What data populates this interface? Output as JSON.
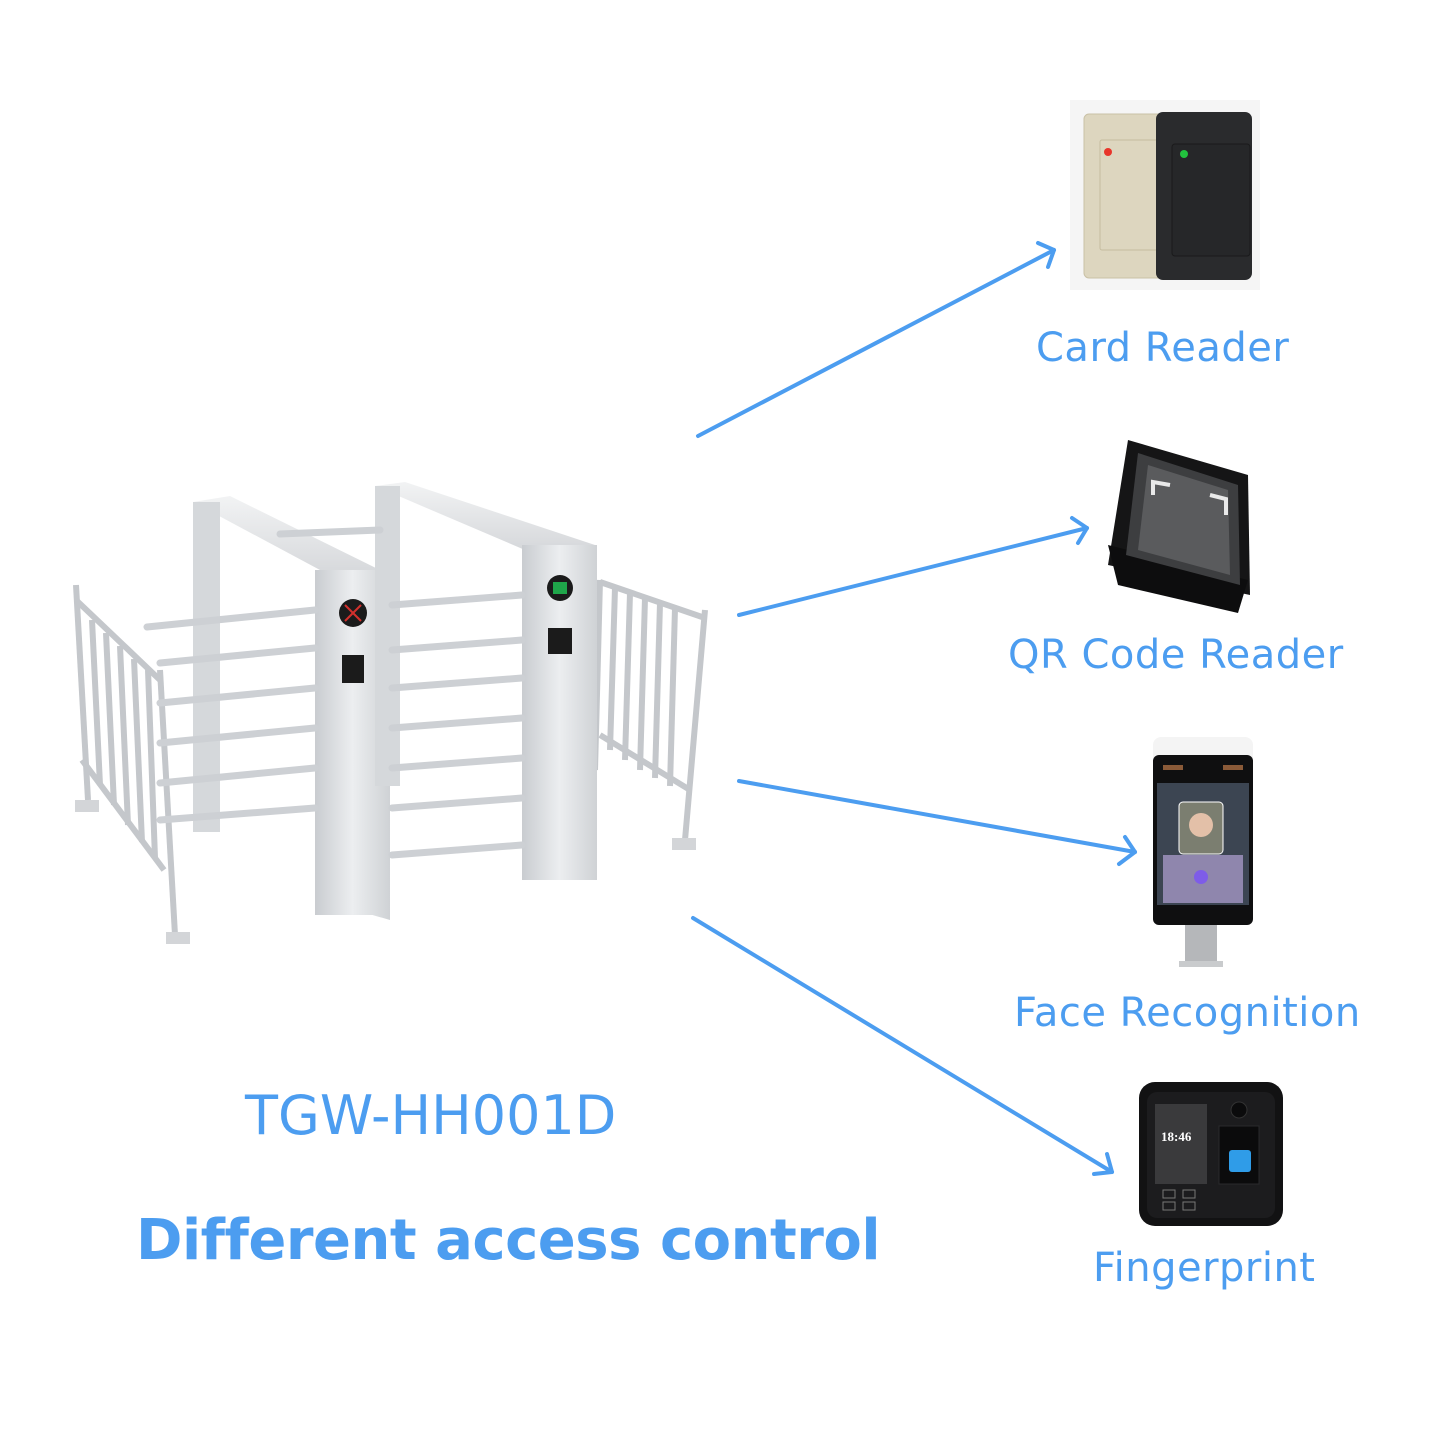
{
  "product": {
    "model": "TGW-HH001D",
    "headline": "Different access control",
    "image_alt": "Full-height double-lane turnstile with side fences",
    "indicator_left": "red-x-icon",
    "indicator_right": "green-arrow-icon"
  },
  "access_methods": [
    {
      "label": "Card Reader",
      "icon": "card-reader-icon"
    },
    {
      "label": "QR Code Reader",
      "icon": "qr-code-reader-icon"
    },
    {
      "label": "Face Recognition",
      "icon": "face-recognition-terminal-icon"
    },
    {
      "label": "Fingerprint",
      "icon": "fingerprint-terminal-icon",
      "screen_time": "18:46"
    }
  ],
  "colors": {
    "accent": "#4c9df0",
    "steel": "#d8dadd",
    "device_dark": "#1e1f21",
    "card_beige": "#ddd6bf"
  }
}
